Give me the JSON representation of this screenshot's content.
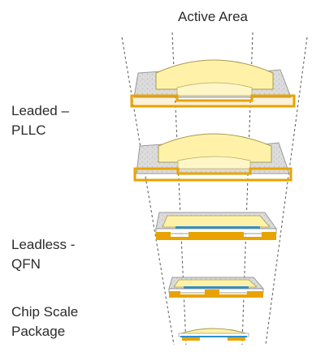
{
  "labels": {
    "active_area": "Active Area",
    "leaded_line1": "Leaded –",
    "leaded_line2": "PLLC",
    "leadless_line1": "Leadless -",
    "leadless_line2": "QFN",
    "csp_line1": "Chip Scale",
    "csp_line2": "Package"
  },
  "colors": {
    "lead_gold": "#e8a300",
    "lens_yellow": "#fff2a8",
    "body_gray": "#d9d9d9",
    "die_blue": "#2a8fd0",
    "guide_line": "#555555"
  }
}
